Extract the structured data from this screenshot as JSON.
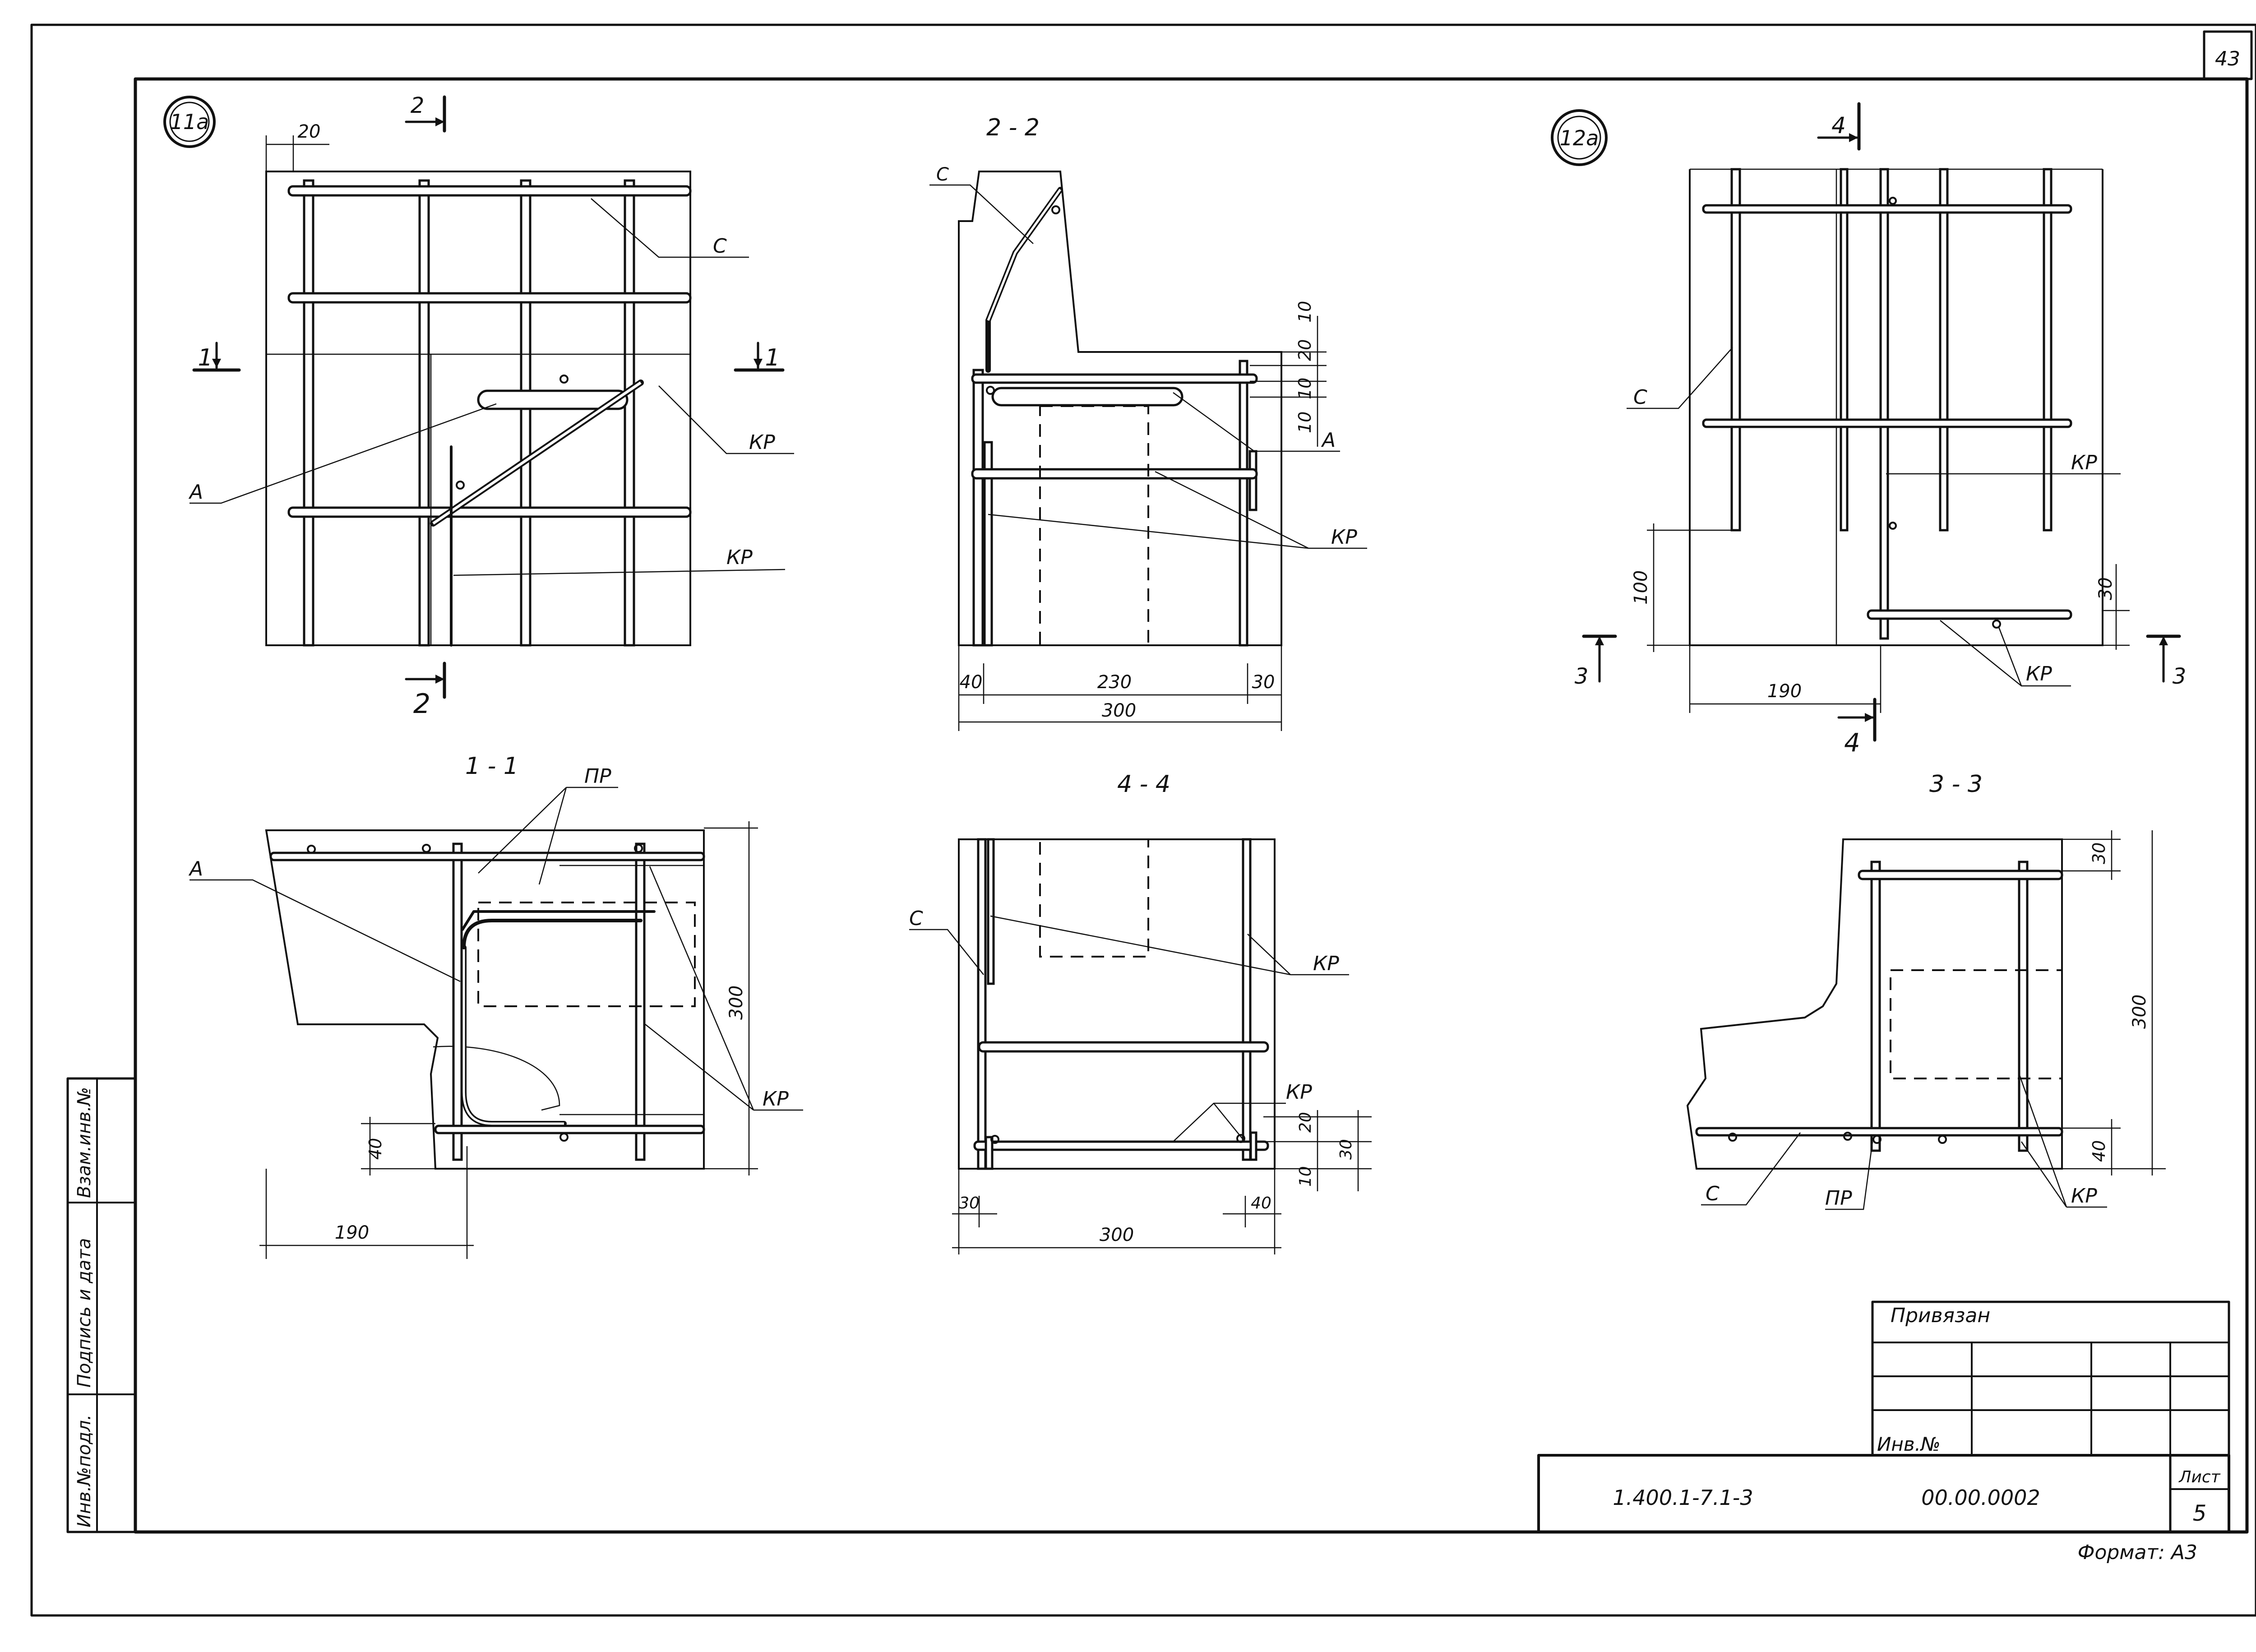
{
  "sheet_number_top": "43",
  "views": {
    "v11a": {
      "mark": "11а",
      "section_marks": {
        "top": "2",
        "bottom": "2",
        "left": "1",
        "right": "1"
      },
      "dims": [
        "20"
      ],
      "callouts": [
        "С",
        "А",
        "КР",
        "КР"
      ]
    },
    "v22": {
      "title": "2 - 2",
      "dims": [
        "10",
        "20",
        "10",
        "10",
        "40",
        "230",
        "30",
        "300"
      ],
      "callouts": [
        "С",
        "А",
        "КР"
      ]
    },
    "v12a": {
      "mark": "12а",
      "section_marks": {
        "top": "4",
        "bottom": "4",
        "left": "3",
        "right": "3"
      },
      "dims": [
        "100",
        "30",
        "190"
      ],
      "callouts": [
        "С",
        "КР",
        "КР"
      ]
    },
    "v11": {
      "title": "1 - 1",
      "dims": [
        "300",
        "40",
        "190"
      ],
      "callouts": [
        "ПР",
        "А",
        "КР"
      ]
    },
    "v44": {
      "title": "4 - 4",
      "dims": [
        "20",
        "10",
        "30",
        "30",
        "40",
        "300"
      ],
      "callouts": [
        "С",
        "КР",
        "КР"
      ]
    },
    "v33": {
      "title": "3 - 3",
      "dims": [
        "30",
        "300",
        "40"
      ],
      "callouts": [
        "С",
        "ПР",
        "КР"
      ]
    }
  },
  "side_stamp": {
    "cells": [
      "Взам.инв.№",
      "Подпись и дата",
      "Инв.№подл."
    ]
  },
  "title_block": {
    "linked_label": "Привязан",
    "inv_label": "Инв.№",
    "doc_code": "1.400.1-7.1-3",
    "drawing_code": "00.00.0002",
    "sheet_label": "Лист",
    "sheet_value": "5"
  },
  "format_label": "Формат: А3"
}
